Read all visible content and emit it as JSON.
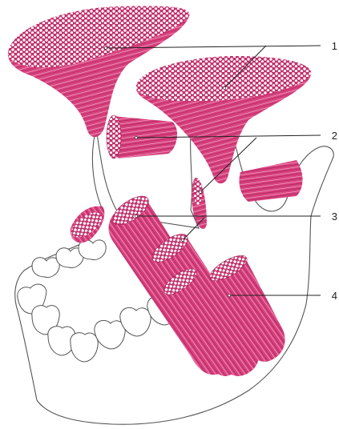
{
  "figure": {
    "colors": {
      "muscle": "#d8427e",
      "muscle_light": "#f0a3c4",
      "muscle_dark": "#a81e58",
      "fiber_dots": "#ffffff",
      "bone_outline": "#555555",
      "leader_line": "#222222"
    },
    "callouts": [
      {
        "label": "1"
      },
      {
        "label": "2"
      },
      {
        "label": "3"
      },
      {
        "label": "4"
      }
    ]
  }
}
